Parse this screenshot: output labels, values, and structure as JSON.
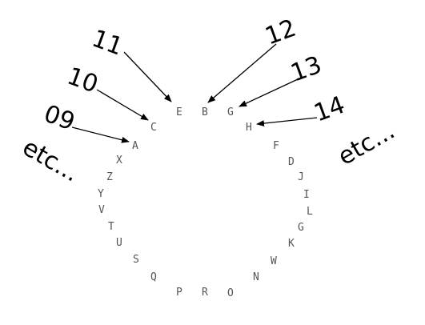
{
  "ring_letters": [
    "E",
    "B",
    "G",
    "H",
    "F",
    "D",
    "J",
    "I",
    "L",
    "G",
    "K",
    "W",
    "N",
    "O",
    "R",
    "P",
    "Q",
    "S",
    "U",
    "T",
    "V",
    "Y",
    "Z",
    "X",
    "A",
    "C"
  ],
  "callouts": [
    {
      "label": "11",
      "target": "E"
    },
    {
      "label": "12",
      "target": "B"
    },
    {
      "label": "13",
      "target": "G"
    },
    {
      "label": "14",
      "target": "H"
    },
    {
      "label": "10",
      "target": "C"
    },
    {
      "label": "09",
      "target": "A"
    }
  ],
  "etc_left": "etc...",
  "etc_right": "etc..."
}
